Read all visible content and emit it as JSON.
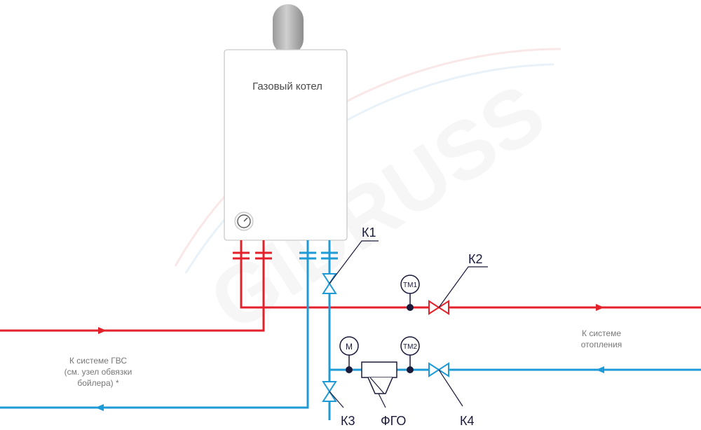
{
  "boiler": {
    "title": "Газовый котел"
  },
  "valves": {
    "k1": "К1",
    "k2": "К2",
    "k3": "К3",
    "k4": "К4"
  },
  "filter": {
    "label": "ФГО"
  },
  "gauges": {
    "tm1": "ТМ1",
    "tm2": "ТМ2",
    "m": "М"
  },
  "notes": {
    "dhw_line1": "К системе ГВС",
    "dhw_line2": "(см. узел обвязки",
    "dhw_line3": "бойлера) *",
    "heating_line1": "К системе",
    "heating_line2": "отопления"
  },
  "watermark": {
    "text": "GIDRUSS"
  },
  "colors": {
    "hot": "#e3212b",
    "cold": "#1e9ad6",
    "outline": "#1a1a3a",
    "boiler_outline": "#c9c9c9",
    "text": "#4a4a4a"
  }
}
